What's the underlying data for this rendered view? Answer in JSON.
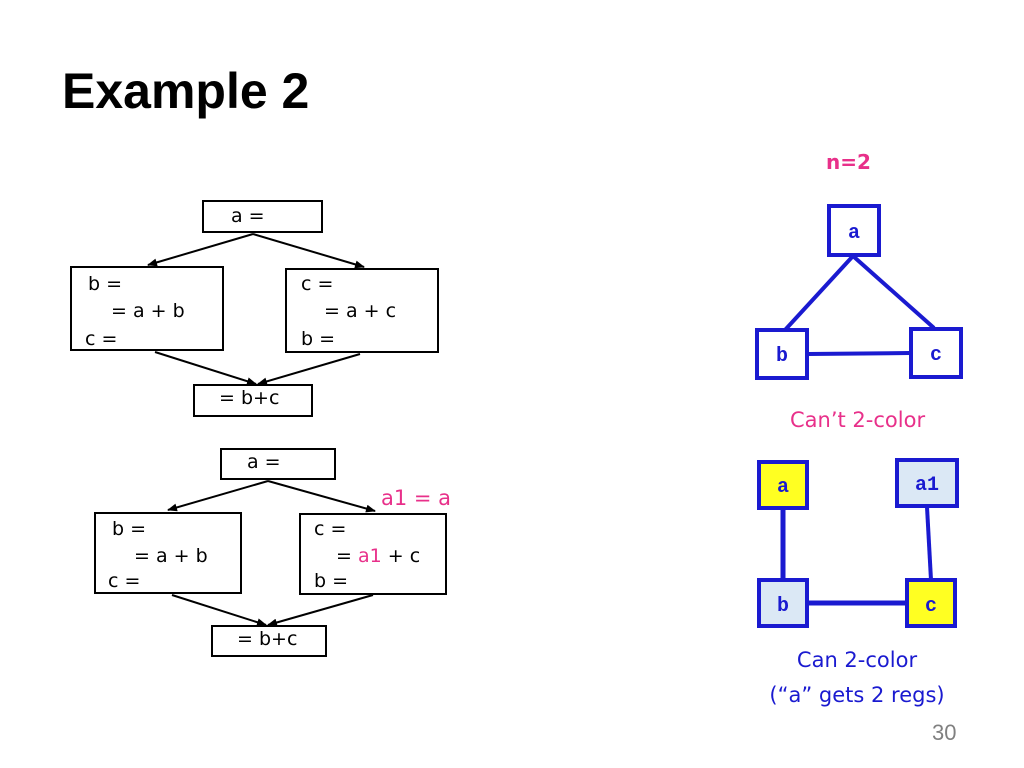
{
  "slide": {
    "title": "Example 2",
    "page_number": "30"
  },
  "cfg_top": {
    "entry": "a =",
    "left_block": [
      "b =",
      "= a + b",
      "c ="
    ],
    "right_block": [
      "c =",
      "= a + c",
      "b ="
    ],
    "exit": "= b+c"
  },
  "cfg_bottom": {
    "entry": "a =",
    "annotation": "a1 = a",
    "left_block": [
      "b =",
      "= a + b",
      "c ="
    ],
    "right_block": {
      "line1": "c =",
      "line2_prefix": "= ",
      "line2_highlight": "a1",
      "line2_suffix": " + c",
      "line3": "b ="
    },
    "exit": "= b+c"
  },
  "graph_top": {
    "label": "n=2",
    "nodes": [
      "a",
      "b",
      "c"
    ],
    "edges": [
      [
        "a",
        "b"
      ],
      [
        "a",
        "c"
      ],
      [
        "b",
        "c"
      ]
    ],
    "caption": "Can’t 2-color"
  },
  "graph_bottom": {
    "nodes": [
      {
        "name": "a",
        "color": "yellow"
      },
      {
        "name": "a1",
        "color": "lightblue"
      },
      {
        "name": "b",
        "color": "lightblue"
      },
      {
        "name": "c",
        "color": "yellow"
      }
    ],
    "edges": [
      [
        "a",
        "b"
      ],
      [
        "b",
        "c"
      ],
      [
        "a1",
        "c"
      ]
    ],
    "caption_line1": "Can 2-color",
    "caption_line2": "(“a” gets 2 regs)"
  },
  "colors": {
    "accent_pink": "#e8308a",
    "node_blue": "#1a1ad0",
    "fill_yellow": "#ffff22",
    "fill_lightblue": "#dbe8f5"
  }
}
